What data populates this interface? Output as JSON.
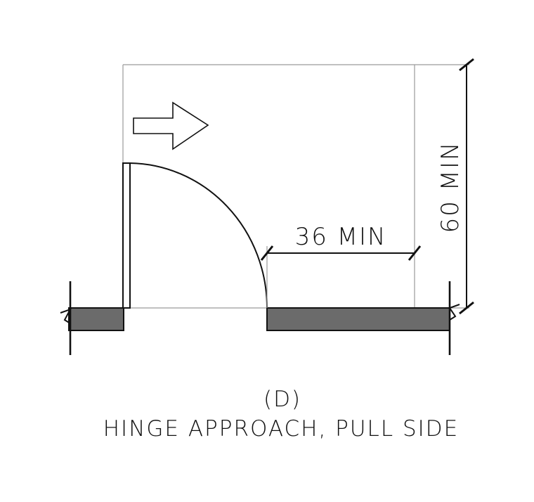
{
  "diagram": {
    "dimension_width_label": "36 MIN",
    "dimension_depth_label": "60 MIN",
    "caption_letter": "(D)",
    "caption_title": "HINGE APPROACH, PULL SIDE"
  },
  "colors": {
    "ink": "#111111",
    "wall_fill": "#6b6b6b",
    "guide_line": "#9a9a9a"
  },
  "icons": {
    "approach_arrow": "arrow-right-outline-icon"
  }
}
